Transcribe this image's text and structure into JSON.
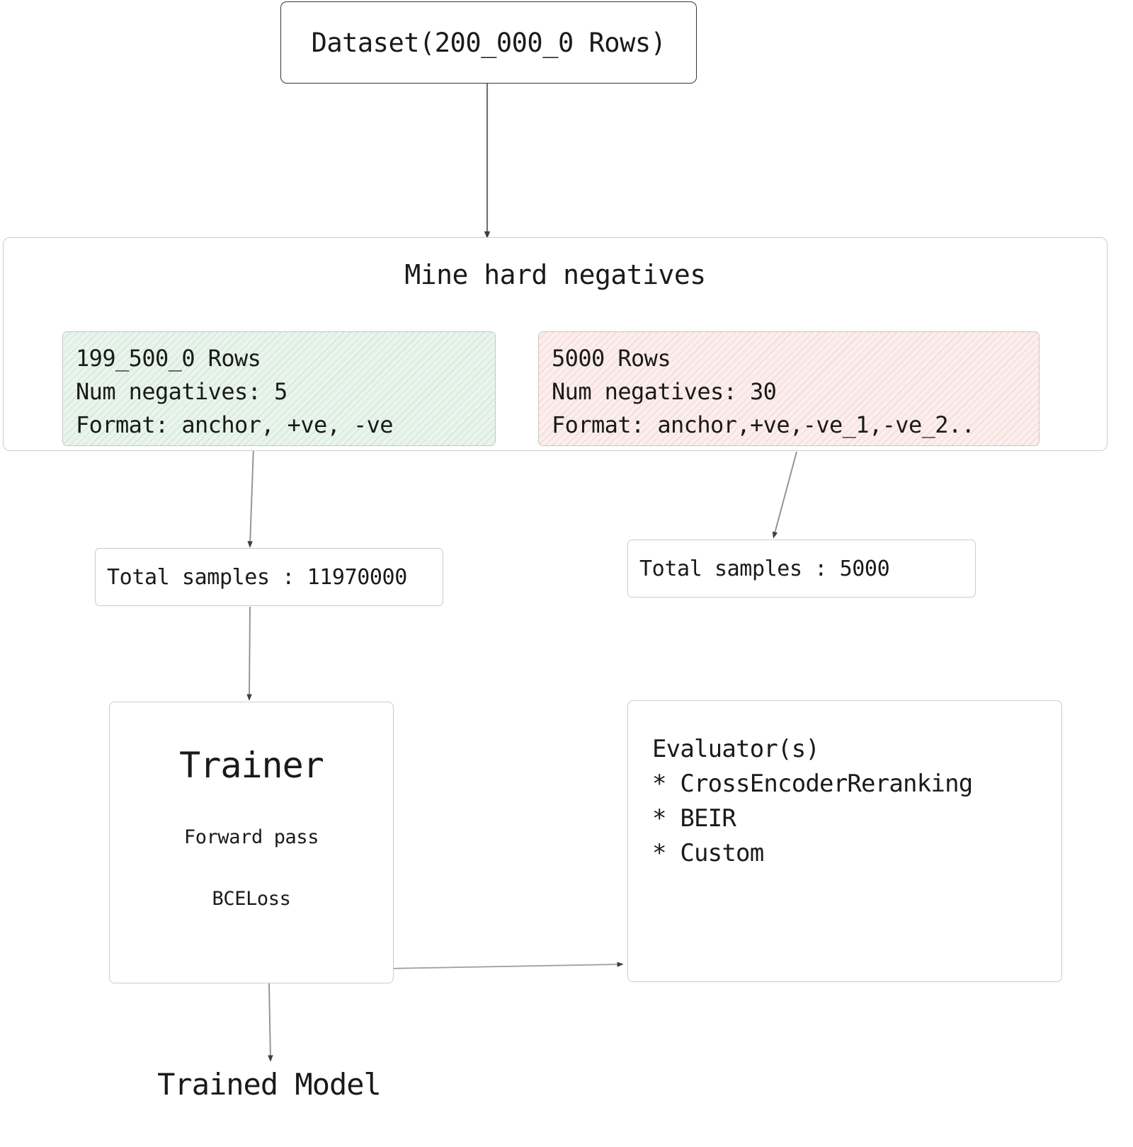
{
  "diagram": {
    "title_node": {
      "label": "Dataset(200_000_0 Rows)"
    },
    "mine_node": {
      "title": "Mine hard negatives",
      "train_split": {
        "rows": "199_500_0 Rows",
        "num_negatives": "Num negatives: 5",
        "format": "Format: anchor, +ve, -ve",
        "fill_color": "#e9f5ec",
        "hatch_color": "#78b48c"
      },
      "eval_split": {
        "rows": "5000 Rows",
        "num_negatives": "Num negatives: 30",
        "format": "Format: anchor,+ve,-ve_1,-ve_2..",
        "fill_color": "#fbeeec",
        "hatch_color": "#d68278"
      }
    },
    "samples_left": {
      "label": "Total samples : 11970000"
    },
    "samples_right": {
      "label": "Total samples : 5000"
    },
    "trainer_node": {
      "title": "Trainer",
      "forward_pass": "Forward pass",
      "loss": "BCELoss"
    },
    "evaluator_node": {
      "title": "Evaluator(s)",
      "items": [
        "* CrossEncoderReranking",
        "* BEIR",
        "* Custom"
      ]
    },
    "output_node": {
      "label": "Trained Model"
    },
    "edge_color": "#6b7076",
    "box_border_color": "#33383d",
    "soft_border_color": "#c9cdd1"
  }
}
